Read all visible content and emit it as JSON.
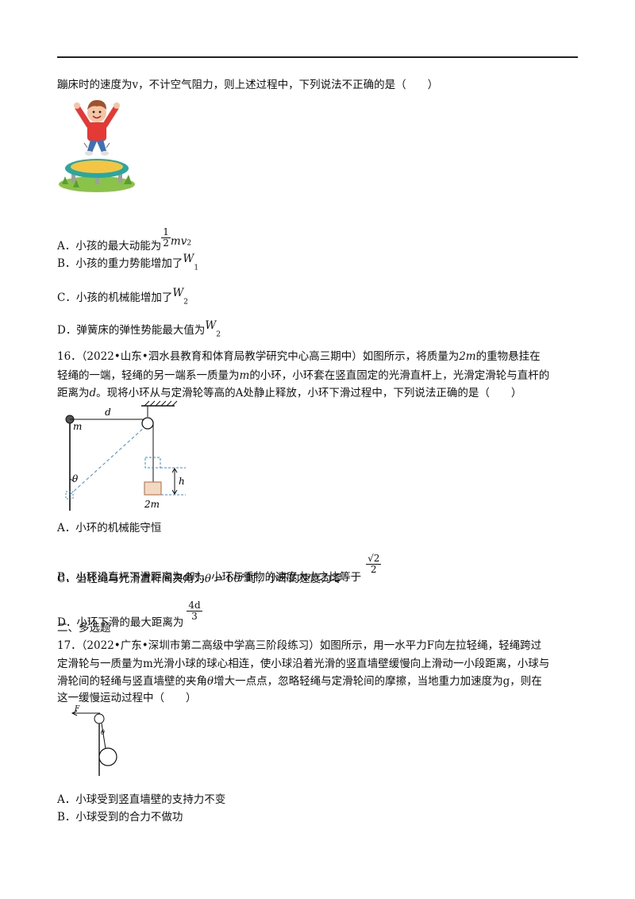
{
  "q15": {
    "stem_tail": "蹦床时的速度为v，不计空气阻力，则上述过程中，下列说法不正确的是（　　）",
    "options": {
      "A": "A．小孩的最大动能为",
      "A_num": "1",
      "A_den": "2",
      "A_expr": "mv",
      "A_sup": "2",
      "B": "B．小孩的重力势能增加了",
      "B_var": "W",
      "B_sub": "1",
      "C": "C．小孩的机械能增加了",
      "C_var": "W",
      "C_sub": "2",
      "D": "D．弹簧床的弹性势能最大值为",
      "D_var": "W",
      "D_sub": "2"
    }
  },
  "q16": {
    "line1a": "16．（2022•山东•泗水县教育和体育局教学研究中心高三期中）如图所示，将质量为",
    "line1_var": "2m",
    "line1b": "的重物悬挂在",
    "line2a": "轻绳的一端，轻绳的另一端系一质量为",
    "line2_var": "m",
    "line2b": "的小环，小环套在竖直固定的光滑直杆上，光滑定滑轮与直杆的",
    "line3a": "距离为",
    "line3_var": "d",
    "line3b": "。现将小环从与定滑轮等高的A处静止释放，小环下滑过程中，下列说法正确的是（　　）",
    "figure": {
      "d": "d",
      "m": "m",
      "theta": "θ",
      "h": "h",
      "mass": "2m"
    },
    "options": {
      "A": "A．小环的机械能守恒",
      "B1": "B．小环沿直杆下滑距离为",
      "B_var": "d",
      "B2": "时，小环与重物的速度大小之比等于",
      "B_num": "√2",
      "B_den": "2",
      "C1": "C．当轻绳与光滑直杆间夹角为",
      "C_expr": "θ = 60°",
      "C2": "时，小环的速度为零",
      "D1": "D．小环下滑的最大距离为",
      "D_num": "4d",
      "D_den": "3"
    }
  },
  "section2": "二、多选题",
  "q17": {
    "line1": "17．（2022•广东•深圳市第二高级中学高三阶段练习）如图所示，用一水平力F向左拉轻绳，轻绳跨过",
    "line2": "定滑轮与一质量为m光滑小球的球心相连，使小球沿着光滑的竖直墙壁缓慢向上滑动一小段距离，小球与",
    "line3a": "滑轮间的轻绳与竖直墙壁的夹角",
    "line3_var": "θ",
    "line3b": "增大一点点，忽略轻绳与定滑轮间的摩擦，当地重力加速度为g，则在",
    "line4": "这一缓慢运动过程中（　　）",
    "figure": {
      "F": "F",
      "theta": "θ"
    },
    "options": {
      "A": "A．小球受到竖直墙壁的支持力不变",
      "B": "B．小球受到的合力不做功"
    }
  },
  "colors": {
    "dashed": "#3a8fd6",
    "mass_fill": "#f2d9c4",
    "mass_border": "#c77b4a",
    "trampoline": "#f4c542"
  }
}
